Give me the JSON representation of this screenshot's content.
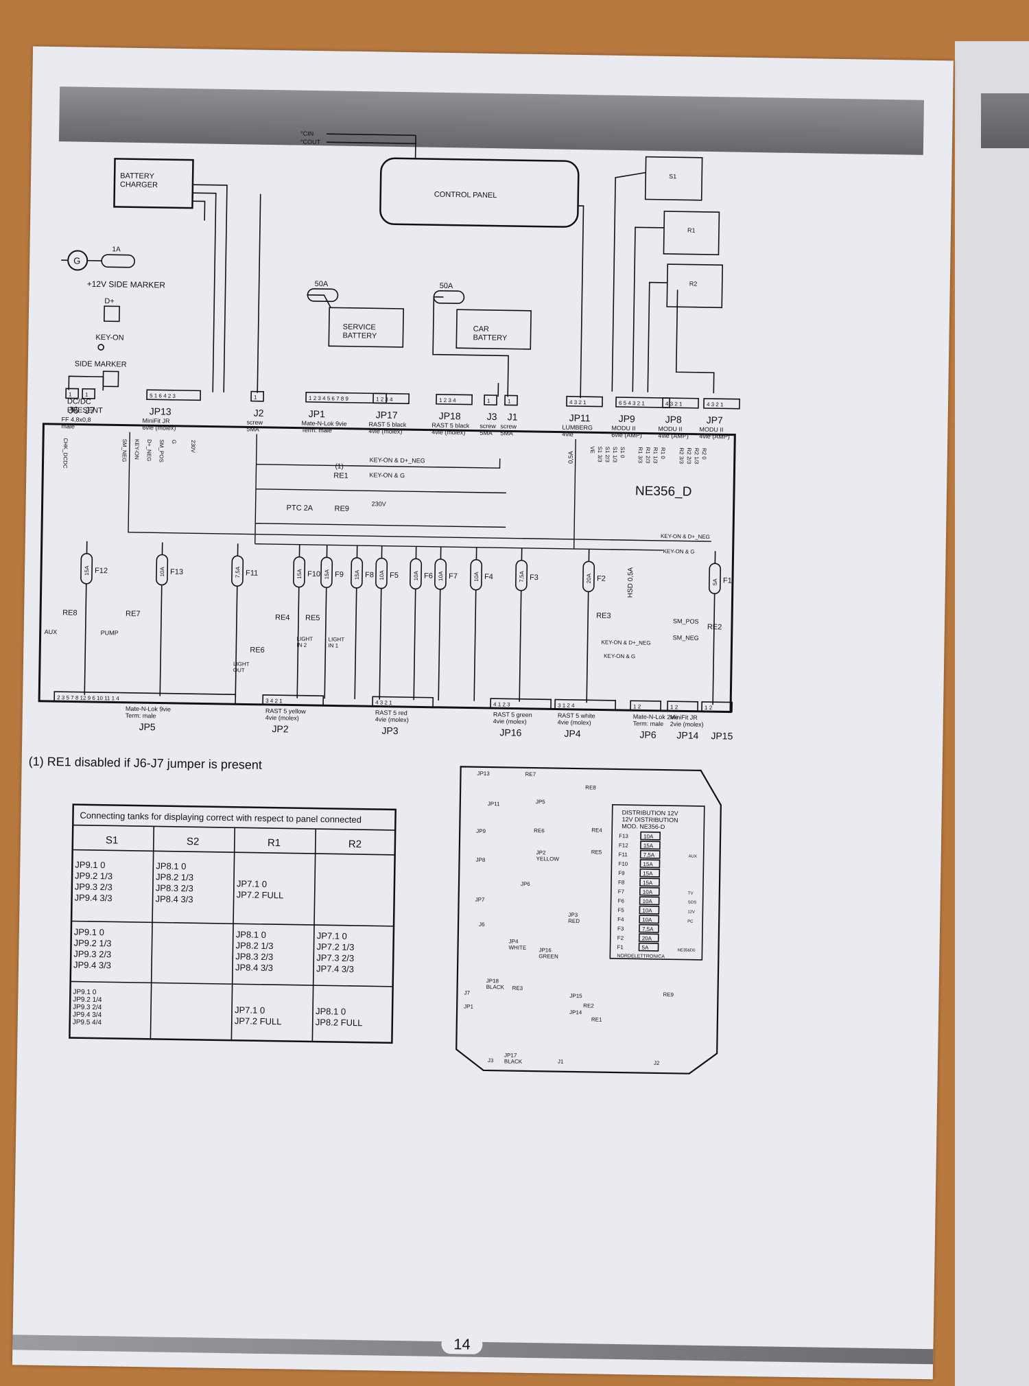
{
  "page_number": "14",
  "components": {
    "battery_charger": "BATTERY\nCHARGER",
    "control_panel": "CONTROL PANEL",
    "c_in": "°CIN",
    "c_out": "°COUT",
    "generator": "G",
    "fuse_1a": "1A",
    "side_marker_12v": "+12V SIDE MARKER",
    "d_plus": "D+",
    "key_on": "KEY-ON",
    "side_marker": "SIDE MARKER",
    "dcdc_present": "DC/DC\nPRESENT",
    "fuse_50a_1": "50A",
    "fuse_50a_2": "50A",
    "service_battery": "SERVICE\nBATTERY",
    "car_battery": "CAR\nBATTERY",
    "tank_s1": "S1",
    "tank_r1": "R1",
    "tank_r2": "R2",
    "tank_levels": [
      "3/3",
      "2/3",
      "1/3",
      "0"
    ]
  },
  "top_connectors": [
    {
      "id": "J6",
      "desc": "FF 4,8x0,8\nmale",
      "pins": "1"
    },
    {
      "id": "J7",
      "desc": "",
      "pins": "1"
    },
    {
      "id": "JP13",
      "desc": "MiniFit JR\n6vie (molex)",
      "pins": "5 1 6 4 2 3"
    },
    {
      "id": "J2",
      "desc": "screw\n5MA",
      "pins": "1"
    },
    {
      "id": "JP1",
      "desc": "Mate-N-Lok 9vie\nTerm: male",
      "pins": "1 2 3 4 5 6 7 8 9"
    },
    {
      "id": "JP17",
      "desc": "RAST 5 black\n4vie (molex)",
      "pins": "1 2 3 4"
    },
    {
      "id": "JP18",
      "desc": "RAST 5 black\n4vie (molex)",
      "pins": "1 2 3 4"
    },
    {
      "id": "J3",
      "desc": "screw\n5MA",
      "pins": "1"
    },
    {
      "id": "J1",
      "desc": "screw\n5MA",
      "pins": "1"
    },
    {
      "id": "JP11",
      "desc": "LUMBERG\n4vie",
      "pins": "4 3 2 1"
    },
    {
      "id": "JP9",
      "desc": "MODU II\n6vie (AMP)",
      "pins": "6 5 4 3 2 1"
    },
    {
      "id": "JP8",
      "desc": "MODU II\n4vie (AMP)",
      "pins": "4 3 2 1"
    },
    {
      "id": "JP7",
      "desc": "MODU II\n4vie (AMP)",
      "pins": "4 3 2 1"
    }
  ],
  "board": {
    "name": "NE356_D",
    "signals_top": [
      "CHK_DCDC",
      "SM_NEG",
      "KEY-ON",
      "D+_NEG",
      "SM_POS",
      "G",
      "230V"
    ],
    "jp9_signals": [
      "VE",
      "S1 3/3",
      "S1 2/3",
      "S1 1/3",
      "S1 0"
    ],
    "jp8_signals": [
      "R1 3/3",
      "R1 2/3",
      "R1 1/3",
      "R1 0"
    ],
    "jp7_signals": [
      "R2 3/3",
      "R2 2/3",
      "R2 1/3",
      "R2 0"
    ],
    "re1_note": "(1)",
    "re1": "RE1",
    "ptc": "PTC 2A",
    "re9": "RE9",
    "v230": "230V",
    "fuse_05a": "0,5A",
    "logic_keyon_dneg": "KEY-ON & D+_NEG",
    "logic_keyon_g": "KEY-ON & G",
    "fuses": [
      {
        "id": "F12",
        "rating": "15A"
      },
      {
        "id": "F13",
        "rating": "10A"
      },
      {
        "id": "F11",
        "rating": "7,5A"
      },
      {
        "id": "F10",
        "rating": "15A"
      },
      {
        "id": "F9",
        "rating": "15A"
      },
      {
        "id": "F8",
        "rating": "15A"
      },
      {
        "id": "F5",
        "rating": "10A"
      },
      {
        "id": "F6",
        "rating": "10A"
      },
      {
        "id": "F7",
        "rating": "10A"
      },
      {
        "id": "F4",
        "rating": "10A"
      },
      {
        "id": "F3",
        "rating": "7,5A"
      },
      {
        "id": "F2",
        "rating": "20A"
      },
      {
        "id": "F1",
        "rating": "5A"
      }
    ],
    "hsd": "HSD 0,5A",
    "relays": {
      "re8": "RE8",
      "re7": "RE7",
      "re4": "RE4",
      "re5": "RE5",
      "re6": "RE6",
      "re3": "RE3",
      "re2": "RE2"
    },
    "labels": {
      "aux": "AUX",
      "pump": "PUMP",
      "light_in2": "LIGHT\nIN 2",
      "light_in1": "LIGHT\nIN 1",
      "light_out": "LIGHT\nOUT",
      "sm_pos": "SM_POS",
      "sm_neg": "SM_NEG"
    }
  },
  "bottom_connectors": [
    {
      "id": "JP5",
      "desc": "Mate-N-Lok 9vie\nTerm: male",
      "pins": "2 3 5 7 8 12 9 6 10 11 1 4"
    },
    {
      "id": "JP2",
      "desc": "RAST 5 yellow\n4vie (molex)",
      "pins": "3 4 2 1"
    },
    {
      "id": "JP3",
      "desc": "RAST 5 red\n4vie (molex)",
      "pins": "4 3 2 1"
    },
    {
      "id": "JP16",
      "desc": "RAST 5 green\n4vie (molex)",
      "pins": "4 1 2 3"
    },
    {
      "id": "JP4",
      "desc": "RAST 5 white\n4vie (molex)",
      "pins": "3 1 2 4"
    },
    {
      "id": "JP6",
      "desc": "Mate-N-Lok 2vie\nTerm: male",
      "pins": "1 2"
    },
    {
      "id": "JP14",
      "desc": "MiniFit JR\n2vie (molex)",
      "pins": "1 2"
    },
    {
      "id": "JP15",
      "desc": "",
      "pins": "1 2"
    }
  ],
  "footnote": "(1) RE1 disabled if J6-J7 jumper is present",
  "tanks_table": {
    "caption": "Connecting tanks for displaying correct with respect to panel connected",
    "headers": [
      "S1",
      "S2",
      "R1",
      "R2"
    ],
    "rows": [
      [
        "JP9.1  0\nJP9.2  1/3\nJP9.3  2/3\nJP9.4  3/3",
        "JP8.1  0\nJP8.2  1/3\nJP8.3  2/3\nJP8.4  3/3",
        "JP7.1  0\nJP7.2  FULL",
        ""
      ],
      [
        "JP9.1  0\nJP9.2  1/3\nJP9.3  2/3\nJP9.4  3/3",
        "",
        "JP8.1  0\nJP8.2  1/3\nJP8.3  2/3\nJP8.4  3/3",
        "JP7.1  0\nJP7.2  1/3\nJP7.3  2/3\nJP7.4  3/3"
      ],
      [
        "JP9.1  0\nJP9.2  1/4\nJP9.3  2/4\nJP9.4  3/4\nJP9.5  4/4",
        "",
        "JP7.1  0\nJP7.2  FULL",
        "JP8.1  0\nJP8.2  FULL"
      ]
    ]
  },
  "layout_board": {
    "labels": [
      "JP13",
      "RE7",
      "RE8",
      "JP11",
      "JP5",
      "RE6",
      "RE4",
      "RE5",
      "JP9",
      "JP8",
      "JP2\nYELLOW",
      "JP6",
      "JP7",
      "J6",
      "JP3\nRED",
      "JP4\nWHITE",
      "JP16\nGREEN",
      "JP18\nBLACK",
      "RE3",
      "JP15",
      "RE2",
      "RE9",
      "JP14",
      "RE1",
      "JP1",
      "J7",
      "J3",
      "J1",
      "J2",
      "JP17\nBLACK"
    ],
    "dist_title": "DISTRIBUTION 12V\n12V DISTRIBUTION\nMOD. NE356-D",
    "dist_fuses": [
      [
        "F13",
        "10A"
      ],
      [
        "F12",
        "15A"
      ],
      [
        "F11",
        "7,5A"
      ],
      [
        "F10",
        "15A"
      ],
      [
        "F9",
        "15A"
      ],
      [
        "F8",
        "15A"
      ],
      [
        "F7",
        "10A"
      ],
      [
        "F6",
        "10A"
      ],
      [
        "F5",
        "10A"
      ],
      [
        "F4",
        "10A"
      ],
      [
        "F3",
        "7,5A"
      ],
      [
        "F2",
        "20A"
      ],
      [
        "F1",
        "5A"
      ]
    ],
    "dist_icons": [
      "AUX",
      "TV",
      "SOS",
      "PC",
      "12V"
    ],
    "maker": "NORDELETTRONICA",
    "code": "NE356D0"
  }
}
